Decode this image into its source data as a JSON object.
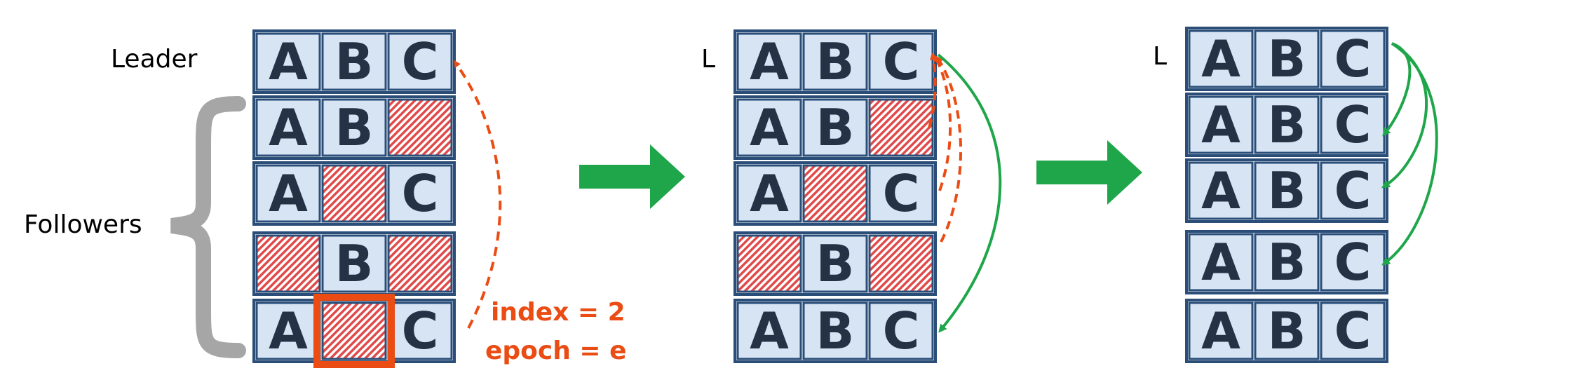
{
  "colors": {
    "cell_fill": "#d6e4f4",
    "cell_border": "#2a4e78",
    "cell_text": "#253246",
    "missing_red": "#e04a4a",
    "highlight_orange": "#ea4c14",
    "arrow_green": "#1fa64a",
    "brace_gray": "#a6a6a6"
  },
  "stages": [
    {
      "leader_label": "Leader",
      "followers_label": "Followers",
      "rows": [
        [
          "A",
          "B",
          "C"
        ],
        [
          "A",
          "B",
          ""
        ],
        [
          "A",
          "",
          "C"
        ],
        [
          "",
          "B",
          ""
        ],
        [
          "A",
          "",
          "C"
        ]
      ],
      "highlight": {
        "row": 4,
        "col": 1
      },
      "annotation": {
        "line1": "index = 2",
        "line2": "epoch = e"
      }
    },
    {
      "leader_label": "L",
      "rows": [
        [
          "A",
          "B",
          "C"
        ],
        [
          "A",
          "B",
          ""
        ],
        [
          "A",
          "",
          "C"
        ],
        [
          "",
          "B",
          ""
        ],
        [
          "A",
          "B",
          "C"
        ]
      ]
    },
    {
      "leader_label": "L",
      "rows": [
        [
          "A",
          "B",
          "C"
        ],
        [
          "A",
          "B",
          "C"
        ],
        [
          "A",
          "B",
          "C"
        ],
        [
          "A",
          "B",
          "C"
        ],
        [
          "A",
          "B",
          "C"
        ]
      ]
    }
  ]
}
